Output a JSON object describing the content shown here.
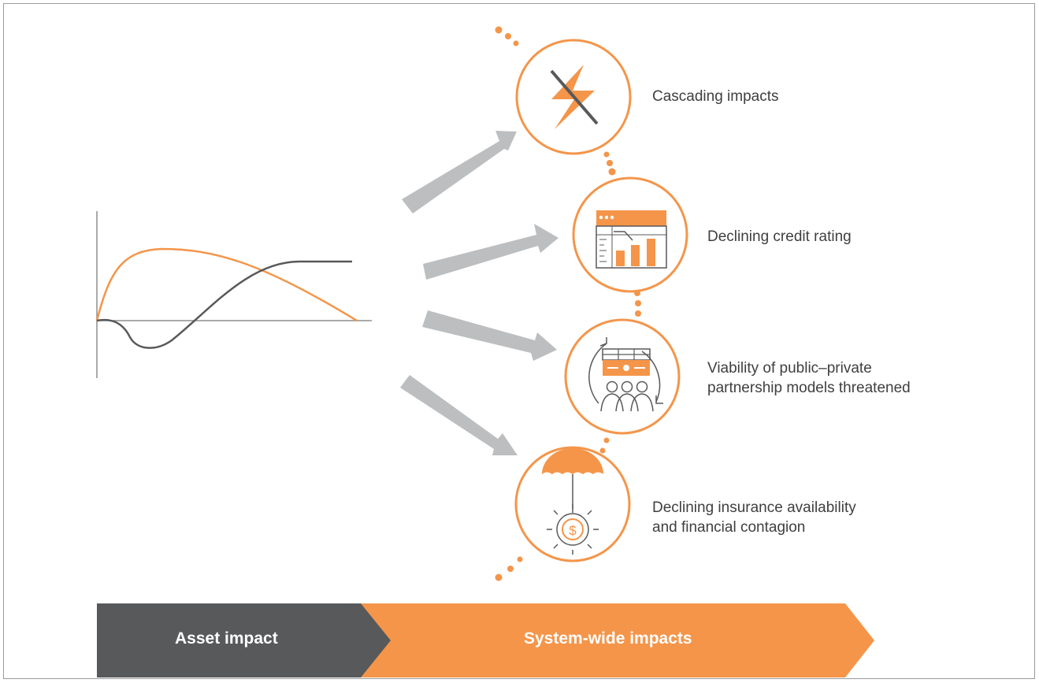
{
  "colors": {
    "orange": "#F4954A",
    "dark_gray": "#58595B",
    "arrow_gray": "#BCBEC0",
    "dot_orange": "#F4954A",
    "text": "#3F3F3F"
  },
  "chart": {
    "series": [
      {
        "color": "orange"
      },
      {
        "color": "dark_gray"
      }
    ]
  },
  "impacts": [
    {
      "label": "Cascading impacts",
      "icon": "lightning-strike-icon"
    },
    {
      "label": "Declining credit rating",
      "icon": "credit-rating-chart-icon"
    },
    {
      "label_line1": "Viability of public–private",
      "label_line2": "partnership models threatened",
      "icon": "partnership-cycle-icon"
    },
    {
      "label_line1": "Declining insurance availability",
      "label_line2": "and financial contagion",
      "icon": "umbrella-dollar-icon"
    }
  ],
  "bands": {
    "asset": "Asset impact",
    "system": "System-wide impacts"
  }
}
